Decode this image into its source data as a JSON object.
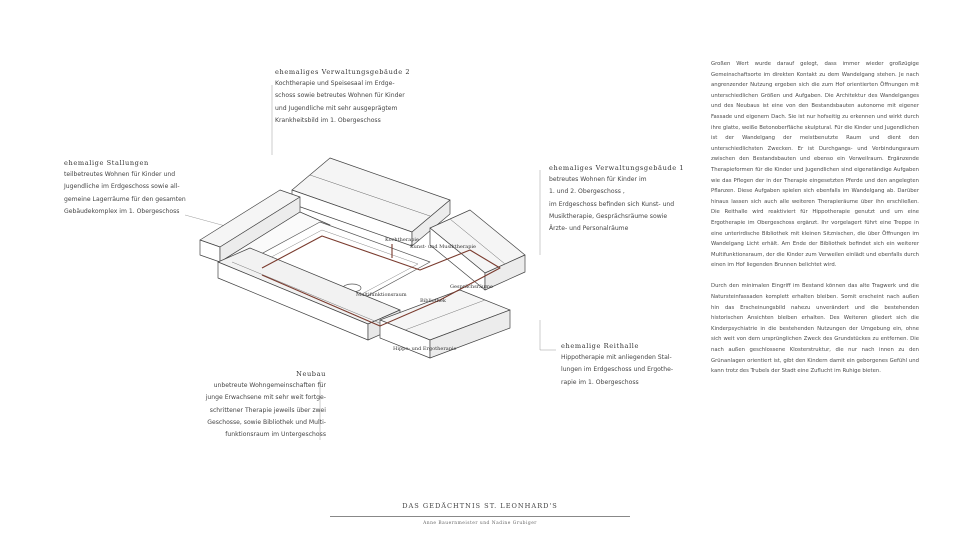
{
  "annotations": {
    "verwaltung2": {
      "heading": "ehemaliges Verwaltungsgebäude 2",
      "lines": [
        "Kochtherapie und Speisesaal im Erdge-",
        "schoss sowie  betreutes Wohnen für Kinder",
        "und Jugendliche mit sehr ausgeprägtem",
        "Krankheitsbild im 1. Obergeschoss"
      ]
    },
    "stallungen": {
      "heading": "ehemalige Stallungen",
      "lines": [
        "teilbetreutes Wohnen für Kinder und",
        "Jugendliche im Erdgeschoss sowie all-",
        "gemeine Lagerräume für den gesamten",
        "Gebäudekomplex im 1. Obergeschoss"
      ]
    },
    "verwaltung1": {
      "heading": "ehemaliges Verwaltungsgebäude 1",
      "lines": [
        "betreutes Wohnen für Kinder  im",
        "1. und 2. Obergeschoss ,",
        "im Erdgeschoss befinden sich Kunst- und",
        "Musiktherapie, Gesprächsräume sowie",
        "Ärzte- und Personalräume"
      ]
    },
    "reithalle": {
      "heading": "ehemalige Reithalle",
      "lines": [
        "Hippotherapie mit anliegenden Stal-",
        "lungen im Erdgeschoss und Ergothe-",
        "rapie im 1. Obergeschoss"
      ]
    },
    "neubau": {
      "heading": "Neubau",
      "lines": [
        "unbetreute Wohngemeinschaften für",
        "junge Erwachsene mit sehr weit fortge-",
        "schrittener Therapie  jeweils über zwei",
        "Geschosse, sowie Bibliothek und Multi-",
        "funktionsraum im Untergeschoss"
      ]
    }
  },
  "diagram_labels": {
    "kochtherapie": "Kochtherapie",
    "kunst": "Kunst- und Musiktherapie",
    "gespraech": "Gesprächsräume",
    "multi": "Multifunktionsraum",
    "bibliothek": "Bibliothek",
    "hippo": "Hippo- und Ergotherapie"
  },
  "body_text": [
    "Großen Wert wurde darauf gelegt, dass immer wieder großzügige Gemeinschaftsorte im direkten Kontakt zu dem Wandelgang stehen. Je nach angrenzender Nutzung ergeben sich die zum Hof orientierten Öffnungen mit unterschiedlichen Größen und Aufgaben. Die Architektur des Wandelganges und des Neubaus ist eine von den Bestandsbauten autonome mit eigener Fassade und eigenem Dach. Sie ist nur hofseitig zu erkennen und wirkt durch ihre glatte, weiße Betonoberfläche skulptural. Für die Kinder und Jugendlichen ist der Wandelgang der meistbenutzte Raum und dient den unterschiedlichsten Zwecken. Er ist Durchgangs- und Verbindungsraum zwischen den Bestandsbauten und ebenso ein Verweilraum. Ergänzende Therapieformen für die Kinder und Jugendlichen sind eigenständige Aufgaben wie das Pflegen der in der Therapie eingesetzten Pferde und den angelegten Pflanzen. Diese Aufgaben spielen sich ebenfalls im Wandelgang ab. Darüber hinaus lassen sich auch alle weiteren Therapieräume über ihn erschließen.  Die Reithalle wird reaktiviert für Hippotherapie genutzt und um eine Ergotherapie im Obergeschoss ergänzt. Ihr vorgelagert führt eine Treppe in eine unterirdische Bibliothek mit kleinen Sitznischen, die über Öffnungen im Wandelgang Licht erhält. Am Ende der Bibliothek befindet sich ein weiterer Multifunktionsraum, der die Kinder zum Verweilen einlädt und ebenfalls durch einen im Hof liegenden Brunnen belichtet wird.",
    "Durch den minimalen Eingriff im Bestand können das alte Tragwerk und die Natursteinfassaden komplett erhalten bleiben. Somit erscheint nach außen hin das Erscheinungsbild nahezu unverändert und die bestehenden historischen Ansichten bleiben erhalten. Des Weiteren gliedert sich die Kinderpsychiatrie in die bestehenden Nutzungen der Umgebung ein, ohne sich weit von dem ursprünglichen Zweck des Grundstückes zu entfernen. Die nach außen geschlossene Klosterstruktur, die nur nach innen zu den Grünanlagen orientiert ist, gibt den Kindern damit ein geborgenes Gefühl und kann trotz des Trubels der Stadt eine Zuflucht im Ruhige bieten."
  ],
  "footer": {
    "title": "DAS GEDÄCHTNIS ST. LEONHARD'S",
    "authors": "Anne Bauernmeister  und  Nadine Grubiger"
  }
}
